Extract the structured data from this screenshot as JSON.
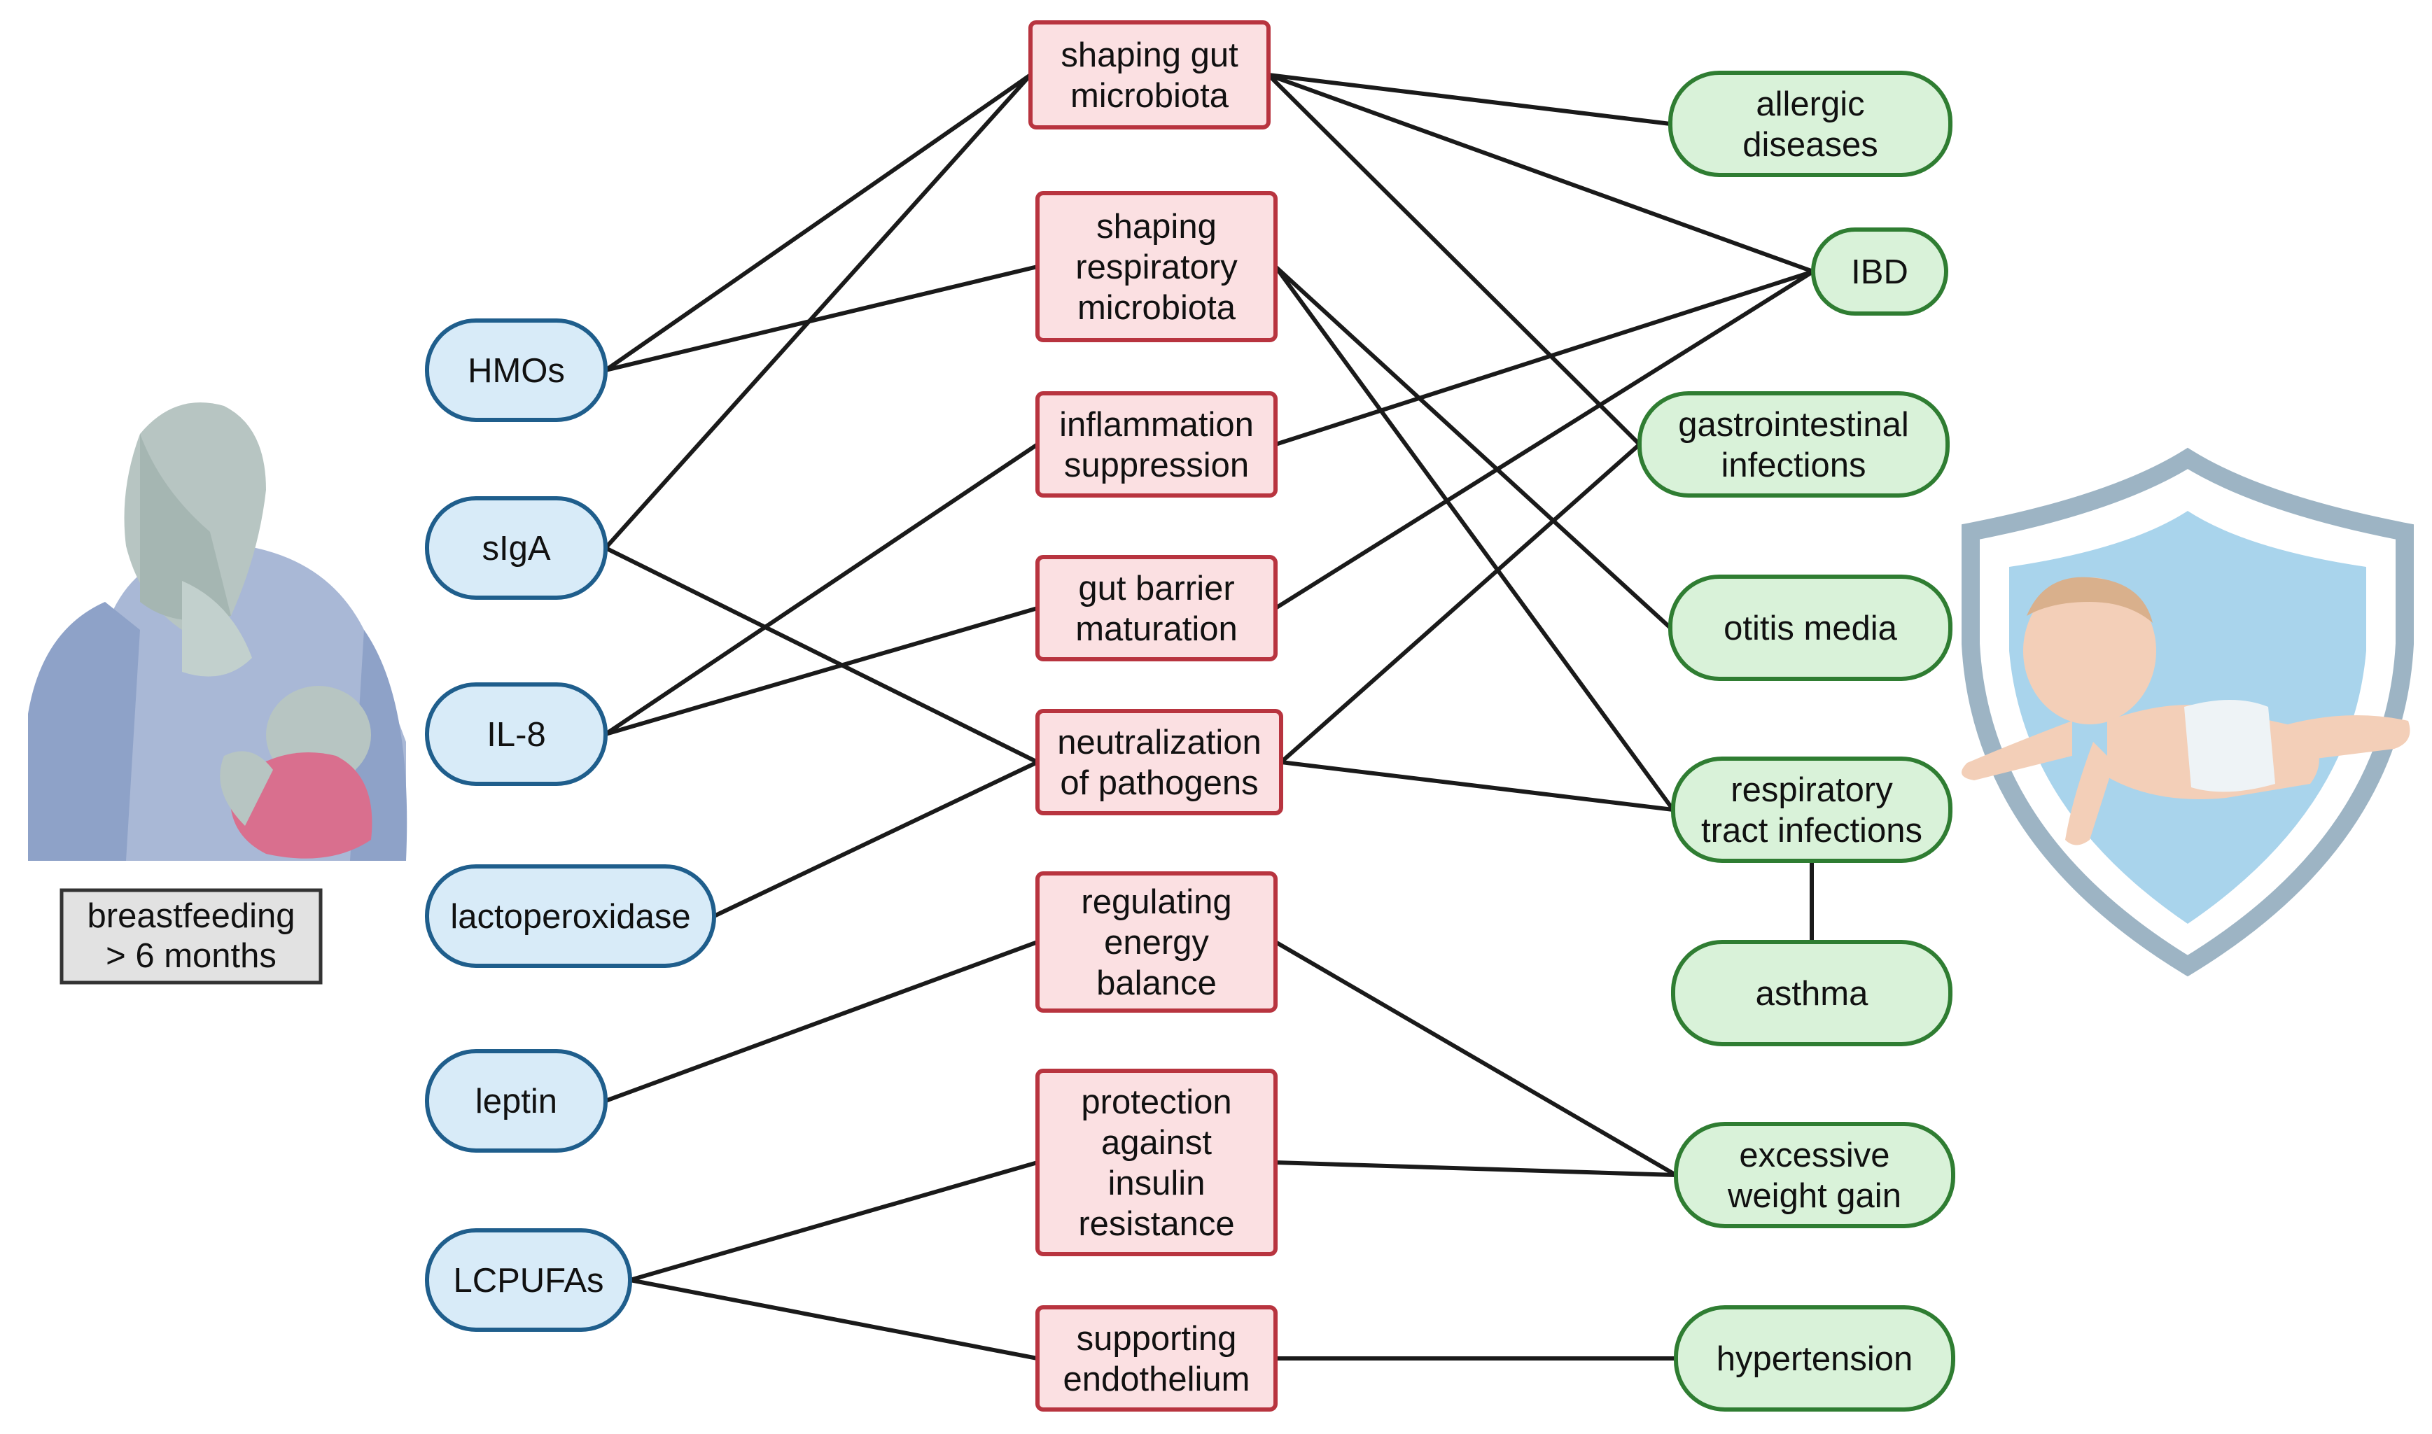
{
  "diagram": {
    "source_label": "breastfeeding > 6 months",
    "source_label_lines": [
      "breastfeeding",
      "> 6 months"
    ],
    "components": [
      {
        "id": "hmos",
        "label": "HMOs"
      },
      {
        "id": "siga",
        "label": "sIgA"
      },
      {
        "id": "il8",
        "label": "IL-8"
      },
      {
        "id": "lactoperoxidase",
        "label": "lactoperoxidase"
      },
      {
        "id": "leptin",
        "label": "leptin"
      },
      {
        "id": "lcpufas",
        "label": "LCPUFAs"
      }
    ],
    "mechanisms": [
      {
        "id": "gut_micro",
        "label": "shaping gut microbiota",
        "lines": [
          "shaping gut",
          "microbiota"
        ]
      },
      {
        "id": "resp_micro",
        "label": "shaping respiratory microbiota",
        "lines": [
          "shaping",
          "respiratory",
          "microbiota"
        ]
      },
      {
        "id": "inflammation",
        "label": "inflammation suppression",
        "lines": [
          "inflammation",
          "suppression"
        ]
      },
      {
        "id": "gut_barrier",
        "label": "gut barrier maturation",
        "lines": [
          "gut barrier",
          "maturation"
        ]
      },
      {
        "id": "neutralization",
        "label": "neutralization of pathogens",
        "lines": [
          "neutralization",
          "of pathogens"
        ]
      },
      {
        "id": "energy",
        "label": "regulating energy balance",
        "lines": [
          "regulating",
          "energy",
          "balance"
        ]
      },
      {
        "id": "insulin",
        "label": "protection against insulin resistance",
        "lines": [
          "protection",
          "against",
          "insulin",
          "resistance"
        ]
      },
      {
        "id": "endothelium",
        "label": "supporting endothelium",
        "lines": [
          "supporting",
          "endothelium"
        ]
      }
    ],
    "outcomes": [
      {
        "id": "allergic",
        "label": "allergic diseases",
        "lines": [
          "allergic",
          "diseases"
        ]
      },
      {
        "id": "ibd",
        "label": "IBD",
        "lines": [
          "IBD"
        ]
      },
      {
        "id": "gi_inf",
        "label": "gastrointestinal infections",
        "lines": [
          "gastrointestinal",
          "infections"
        ]
      },
      {
        "id": "otitis",
        "label": "otitis media",
        "lines": [
          "otitis media"
        ]
      },
      {
        "id": "rti",
        "label": "respiratory tract infections",
        "lines": [
          "respiratory",
          "tract infections"
        ]
      },
      {
        "id": "asthma",
        "label": "asthma",
        "lines": [
          "asthma"
        ]
      },
      {
        "id": "weight",
        "label": "excessive weight gain",
        "lines": [
          "excessive",
          "weight gain"
        ]
      },
      {
        "id": "hypertension",
        "label": "hypertension",
        "lines": [
          "hypertension"
        ]
      }
    ],
    "links": [
      [
        "hmos",
        "gut_micro"
      ],
      [
        "hmos",
        "resp_micro"
      ],
      [
        "siga",
        "gut_micro"
      ],
      [
        "siga",
        "neutralization"
      ],
      [
        "il8",
        "inflammation"
      ],
      [
        "il8",
        "gut_barrier"
      ],
      [
        "lactoperoxidase",
        "neutralization"
      ],
      [
        "leptin",
        "energy"
      ],
      [
        "lcpufas",
        "insulin"
      ],
      [
        "lcpufas",
        "endothelium"
      ],
      [
        "gut_micro",
        "allergic"
      ],
      [
        "gut_micro",
        "ibd"
      ],
      [
        "gut_micro",
        "gi_inf"
      ],
      [
        "resp_micro",
        "otitis"
      ],
      [
        "resp_micro",
        "rti"
      ],
      [
        "inflammation",
        "ibd"
      ],
      [
        "gut_barrier",
        "ibd"
      ],
      [
        "neutralization",
        "gi_inf"
      ],
      [
        "neutralization",
        "rti"
      ],
      [
        "rti",
        "asthma"
      ],
      [
        "energy",
        "weight"
      ],
      [
        "insulin",
        "weight"
      ],
      [
        "endothelium",
        "hypertension"
      ]
    ],
    "colors": {
      "component_fill": "#d8ebf8",
      "component_stroke": "#1f5e8c",
      "mechanism_fill": "#fbe0e2",
      "mechanism_stroke": "#b8343f",
      "outcome_fill": "#d9f2d9",
      "outcome_stroke": "#2f7d32",
      "link": "#1a1a1a",
      "source_fill": "#e2e2e2",
      "source_stroke": "#333333"
    },
    "icons": {
      "mother": "breastfeeding-mother-icon",
      "baby": "baby-icon",
      "shield": "protective-shield-icon"
    }
  }
}
